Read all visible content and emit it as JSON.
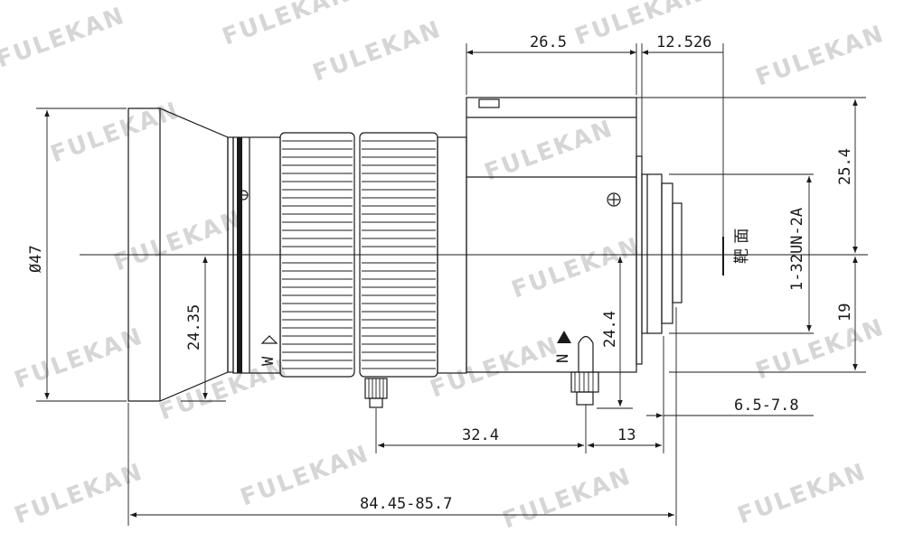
{
  "watermark": "FULEKAN",
  "dimensions": {
    "top_left": "26.5",
    "top_right": "12.526",
    "diameter": "Ø47",
    "right_upper": "25.4",
    "right_lower": "19",
    "thread": "1-32UN-2A",
    "face_label": "靶 面",
    "left_inner": "24.35",
    "center_inner": "24.4",
    "bottom_mid": "32.4",
    "bottom_short": "13",
    "back_range": "6.5-7.8",
    "total_length": "84.45-85.7"
  },
  "ring_marks": {
    "wide": "W",
    "near": "N"
  }
}
